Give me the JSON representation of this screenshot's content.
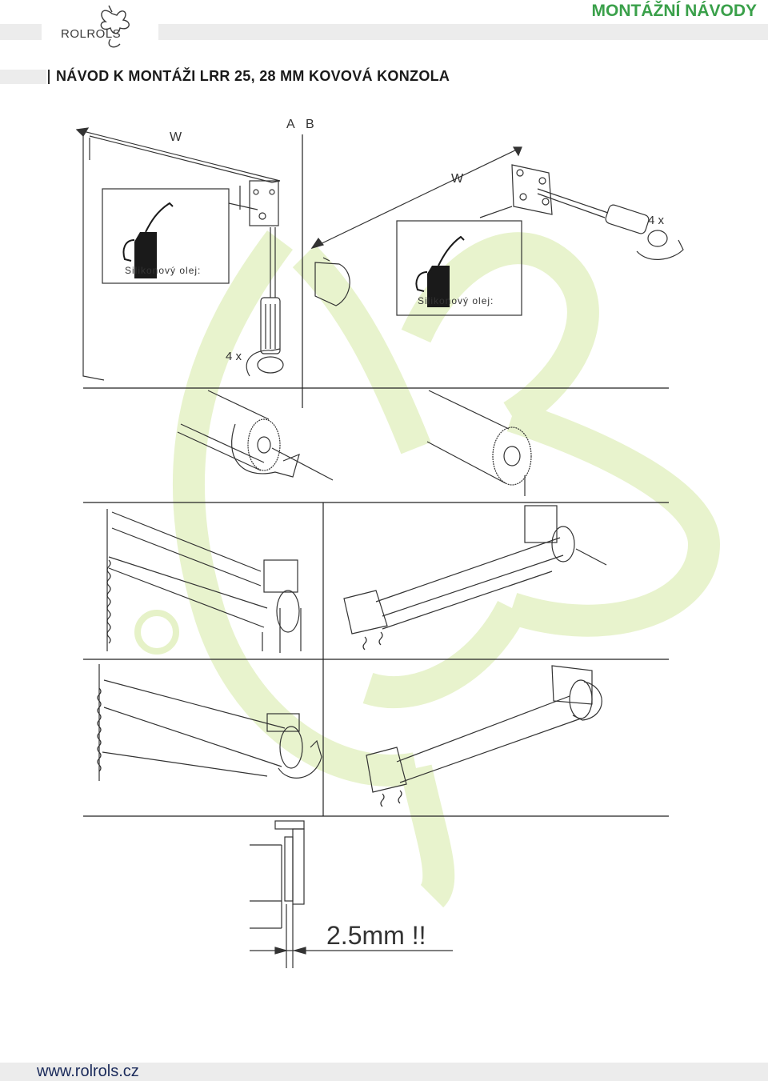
{
  "header": {
    "section_heading": "MONTÁŽNÍ NÁVODY",
    "logo_text": "ROLROLS"
  },
  "page_title": "NÁVOD K MONTÁŽI LRR 25, 28 MM KOVOVÁ KONZOLA",
  "step1": {
    "label_w": "W",
    "label_a": "A",
    "label_b": "B",
    "oil_label": "Silikonový olej:",
    "count_label": "4 x"
  },
  "step1b": {
    "label_w": "W",
    "oil_label": "Silikonový olej:",
    "count_label": "4 x"
  },
  "step6": {
    "gap_label": "2.5mm !!"
  },
  "footer": {
    "url": "www.rolrols.cz"
  },
  "colors": {
    "brand_green": "#3aa04a",
    "watermark_green": "#e6f2c8"
  }
}
